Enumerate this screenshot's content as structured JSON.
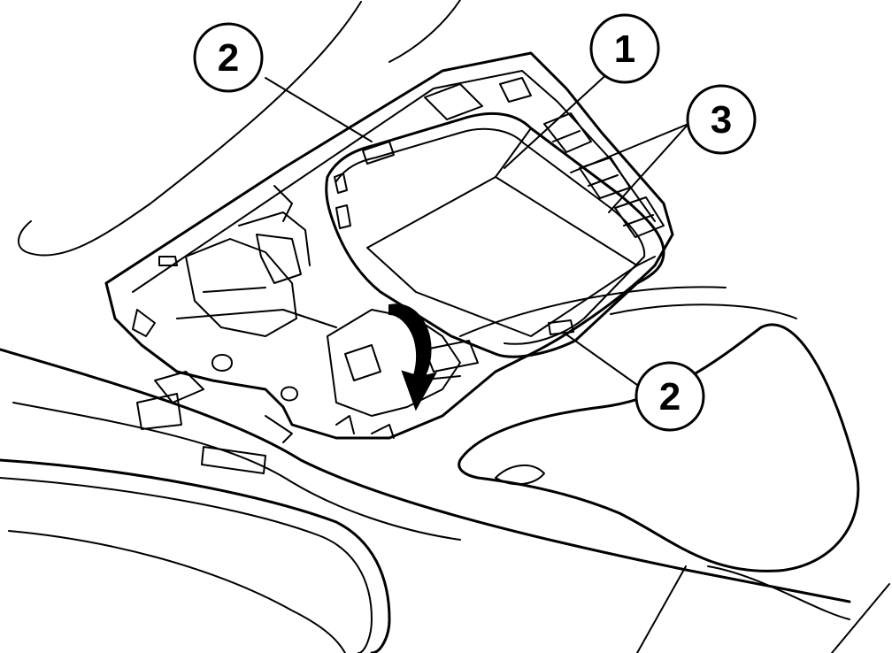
{
  "callouts": [
    {
      "id": "c1",
      "label": "1"
    },
    {
      "id": "c2a",
      "label": "2"
    },
    {
      "id": "c2b",
      "label": "2"
    },
    {
      "id": "c3",
      "label": "3"
    }
  ],
  "colors": {
    "ink": "#000000",
    "paper": "#ffffff"
  }
}
